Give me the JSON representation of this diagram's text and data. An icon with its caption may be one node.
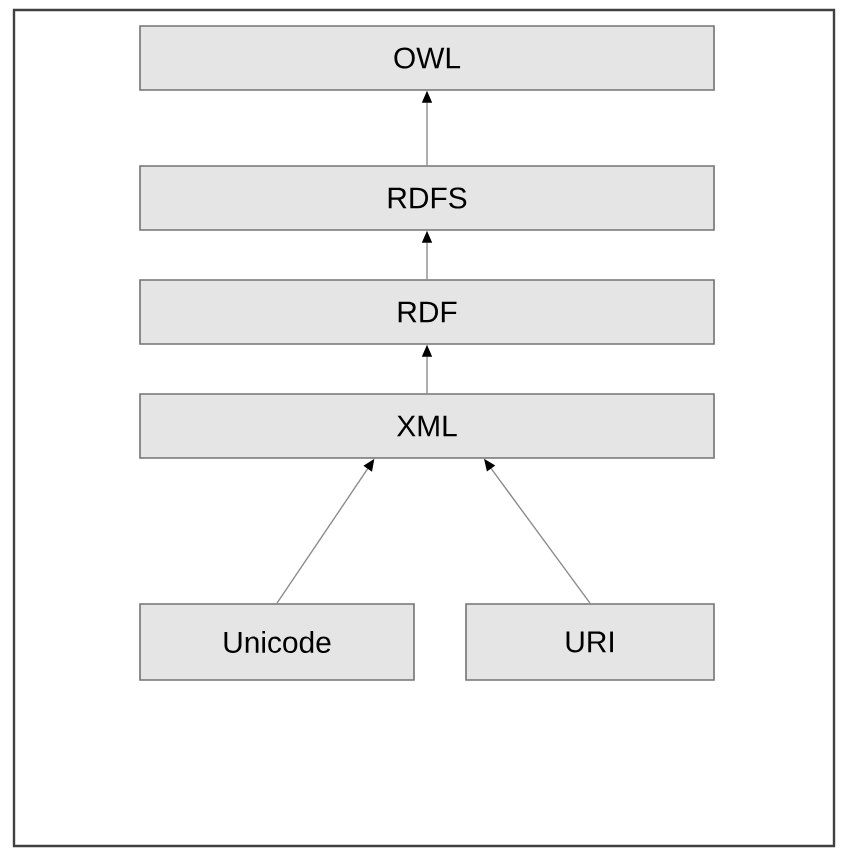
{
  "diagram": {
    "nodes": [
      {
        "text": [
          "OWL"
        ]
      },
      {
        "text": [
          "RDFS"
        ]
      },
      {
        "text": [
          "RDF"
        ]
      },
      {
        "text": [
          "XML"
        ]
      },
      {
        "text": [
          "Unicode"
        ]
      },
      {
        "text": [
          "URI"
        ]
      }
    ],
    "edges": [
      {
        "from": 1,
        "to": 0,
        "arrow": "to"
      },
      {
        "from": 2,
        "to": 1,
        "arrow": "to"
      },
      {
        "from": 3,
        "to": 2,
        "arrow": "to"
      },
      {
        "from": 4,
        "to": 3,
        "arrow": "to"
      },
      {
        "from": 5,
        "to": 3,
        "arrow": "to"
      }
    ]
  }
}
